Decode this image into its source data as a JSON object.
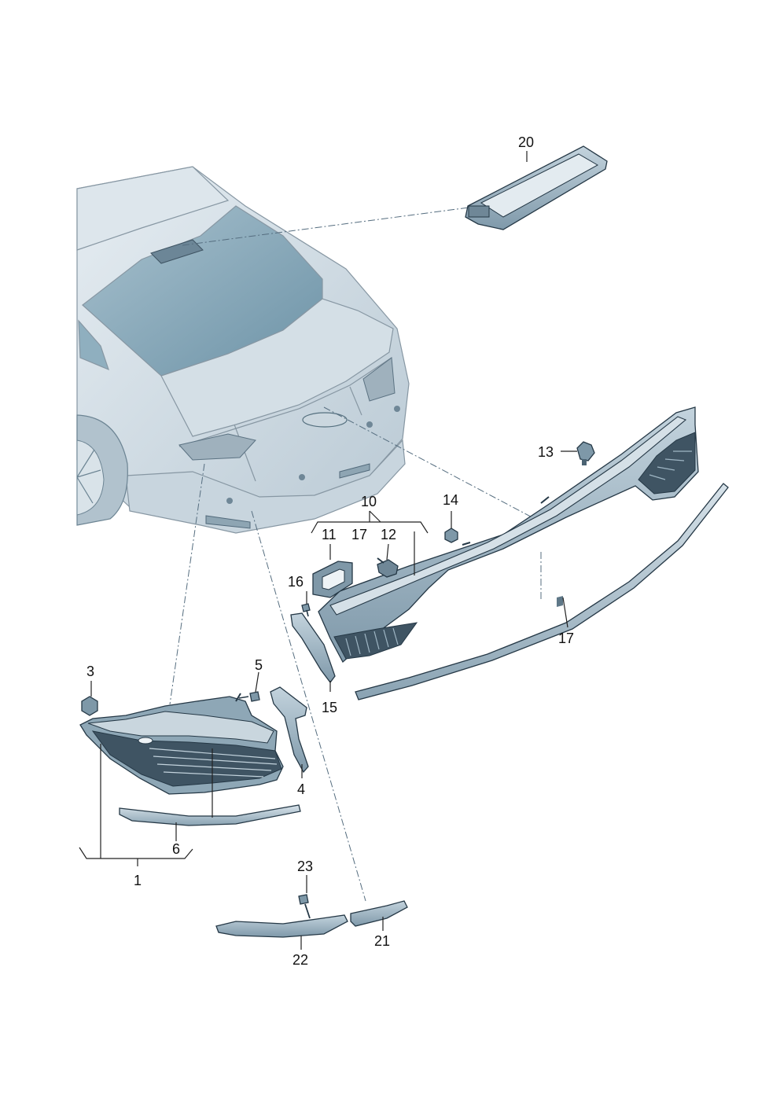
{
  "diagram": {
    "callouts": {
      "c1": "1",
      "c3": "3",
      "c4": "4",
      "c5": "5",
      "c6": "6",
      "c10": "10",
      "c11": "11",
      "c12": "12",
      "c13": "13",
      "c14": "14",
      "c15": "15",
      "c16": "16",
      "c17a": "17",
      "c17b": "17",
      "c20": "20",
      "c21": "21",
      "c22": "22",
      "c23": "23"
    }
  },
  "colors": {
    "car_body": "#ccd8e0",
    "car_glass": "#7fa2b4",
    "part_fill": "#9fb6c4",
    "part_dark": "#3f5463",
    "outline": "#253846"
  }
}
